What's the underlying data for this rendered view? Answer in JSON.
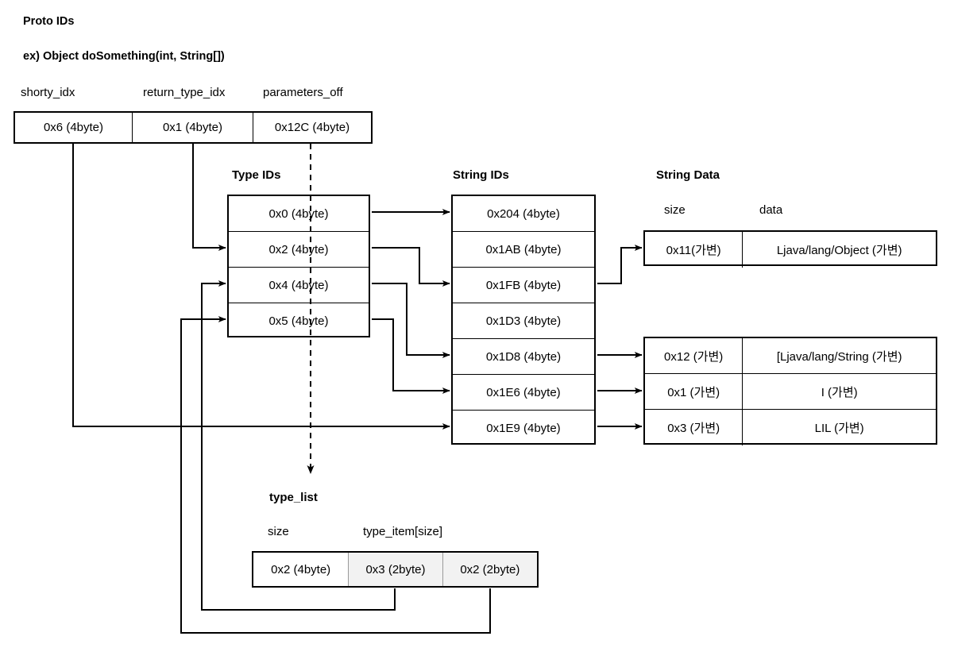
{
  "title": "Proto IDs",
  "example": "ex) Object doSomething(int, String[])",
  "proto_ids": {
    "columns": [
      "shorty_idx",
      "return_type_idx",
      "parameters_off"
    ],
    "values": [
      "0x6 (4byte)",
      "0x1 (4byte)",
      "0x12C (4byte)"
    ]
  },
  "type_ids": {
    "header": "Type IDs",
    "rows": [
      "0x0 (4byte)",
      "0x2 (4byte)",
      "0x4 (4byte)",
      "0x5 (4byte)"
    ]
  },
  "string_ids": {
    "header": "String IDs",
    "rows": [
      "0x204 (4byte)",
      "0x1AB (4byte)",
      "0x1FB (4byte)",
      "0x1D3 (4byte)",
      "0x1D8 (4byte)",
      "0x1E6 (4byte)",
      "0x1E9 (4byte)"
    ]
  },
  "string_data": {
    "header": "String Data",
    "columns": [
      "size",
      "data"
    ],
    "block1": [
      {
        "size": "0x11(가변)",
        "data": "Ljava/lang/Object (가변)"
      }
    ],
    "block2": [
      {
        "size": "0x12 (가변)",
        "data": "[Ljava/lang/String (가변)"
      },
      {
        "size": "0x1 (가변)",
        "data": "I (가변)"
      },
      {
        "size": "0x3 (가변)",
        "data": "LIL (가변)"
      }
    ]
  },
  "type_list": {
    "header": "type_list",
    "columns": [
      "size",
      "type_item[size]"
    ],
    "cells": [
      "0x2 (4byte)",
      "0x3 (2byte)",
      "0x2 (2byte)"
    ]
  },
  "colors": {
    "stroke": "#000000",
    "gray_fill": "#f2f2f2",
    "gray_stroke": "#9a9a9a",
    "background": "#ffffff"
  }
}
